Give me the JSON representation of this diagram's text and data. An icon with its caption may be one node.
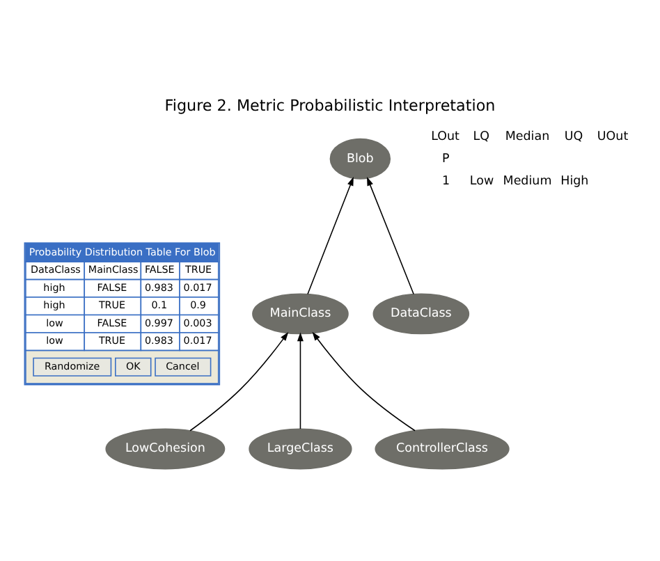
{
  "diagram": {
    "caption": "Figure 2. Metric Probabilistic Interpretation",
    "nodes": [
      {
        "text": [
          "Blob"
        ]
      },
      {
        "text": [
          "MainClass"
        ]
      },
      {
        "text": [
          "DataClass"
        ]
      },
      {
        "text": [
          "LowCohesion"
        ]
      },
      {
        "text": [
          "LargeClass"
        ]
      },
      {
        "text": [
          "ControllerClass"
        ]
      }
    ],
    "edges": [
      {
        "from": 2,
        "to": 0,
        "arrow": "to"
      },
      {
        "from": 1,
        "to": 0,
        "arrow": "to"
      },
      {
        "from": 3,
        "to": 1,
        "arrow": "to"
      },
      {
        "from": 4,
        "to": 1,
        "arrow": "to"
      },
      {
        "from": 5,
        "to": 1,
        "arrow": "to"
      }
    ],
    "labels": [
      "LOut",
      "LQ",
      "Median",
      "UQ",
      "UOut",
      "P",
      "1",
      "Low",
      "Medium",
      "High",
      "Probability Distribution Table For Blob",
      "DataClass",
      "MainClass",
      "FALSE",
      "TRUE",
      "high",
      "FALSE",
      "0.983",
      "0.017",
      "high",
      "TRUE",
      "0.1",
      "0.9",
      "low",
      "FALSE",
      "0.997",
      "0.003",
      "low",
      "TRUE",
      "0.983",
      "0.017",
      "Randomize",
      "OK",
      "Cancel"
    ]
  }
}
